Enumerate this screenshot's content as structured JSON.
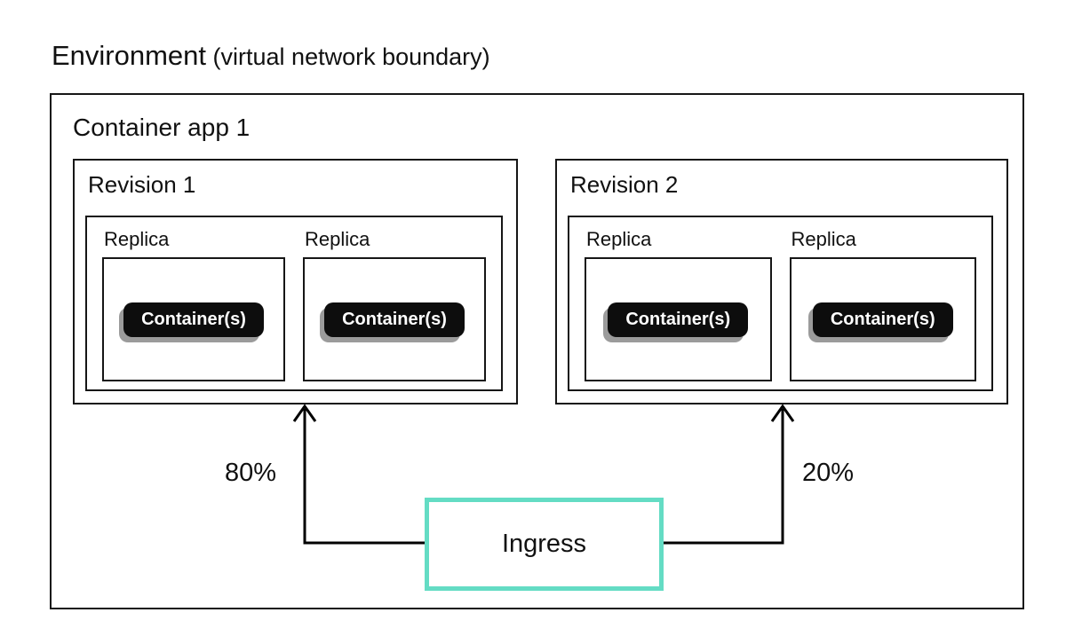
{
  "title": {
    "main": "Environment",
    "suffix": " (virtual network boundary)"
  },
  "container_app": {
    "label": "Container app 1"
  },
  "revisions": [
    {
      "label": "Revision 1",
      "traffic_label": "80%",
      "replicas": [
        {
          "label": "Replica",
          "container_label": "Container(s)"
        },
        {
          "label": "Replica",
          "container_label": "Container(s)"
        }
      ]
    },
    {
      "label": "Revision 2",
      "traffic_label": "20%",
      "replicas": [
        {
          "label": "Replica",
          "container_label": "Container(s)"
        },
        {
          "label": "Replica",
          "container_label": "Container(s)"
        }
      ]
    }
  ],
  "ingress": {
    "label": "Ingress"
  },
  "colors": {
    "box_border": "#161616",
    "ingress_border": "#64dcc4",
    "badge_bg": "#0d0d0d",
    "badge_shadow": "#9b9b9b",
    "badge_text": "#ffffff",
    "connector_line": "#000000"
  }
}
